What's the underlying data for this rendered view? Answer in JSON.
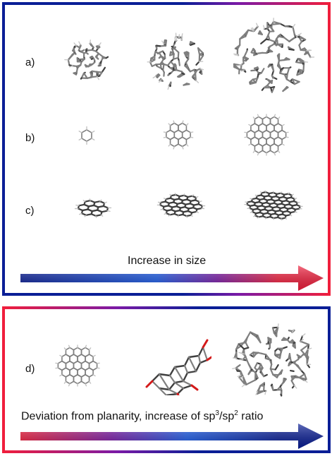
{
  "colors": {
    "blue": "#0a1e96",
    "red": "#f01e3c",
    "purple": "#7a1aa6",
    "bond_gray": "#7f7f7f",
    "bond_dark": "#3f3f3f",
    "oxygen_red": "#d41a1a"
  },
  "top_panel": {
    "rows": [
      {
        "label": "a)",
        "kind": "amorphous-cluster",
        "sizes": [
          "small",
          "medium",
          "large"
        ]
      },
      {
        "label": "b)",
        "kind": "planar-graphene-flake",
        "sizes": [
          "small",
          "medium",
          "large"
        ]
      },
      {
        "label": "c)",
        "kind": "tilted-graphene-flake",
        "sizes": [
          "small",
          "medium",
          "large"
        ]
      }
    ],
    "arrow_caption": "Increase in size"
  },
  "bottom_panel": {
    "row_label": "d)",
    "structures": [
      "planar-graphene-flake",
      "distorted-flake-with-oxygen",
      "amorphous-cluster"
    ],
    "arrow_caption": {
      "prefix": "Deviation from planarity, increase of sp",
      "sup1": "3",
      "middle": "/sp",
      "sup2": "2",
      "suffix": " ratio"
    }
  }
}
